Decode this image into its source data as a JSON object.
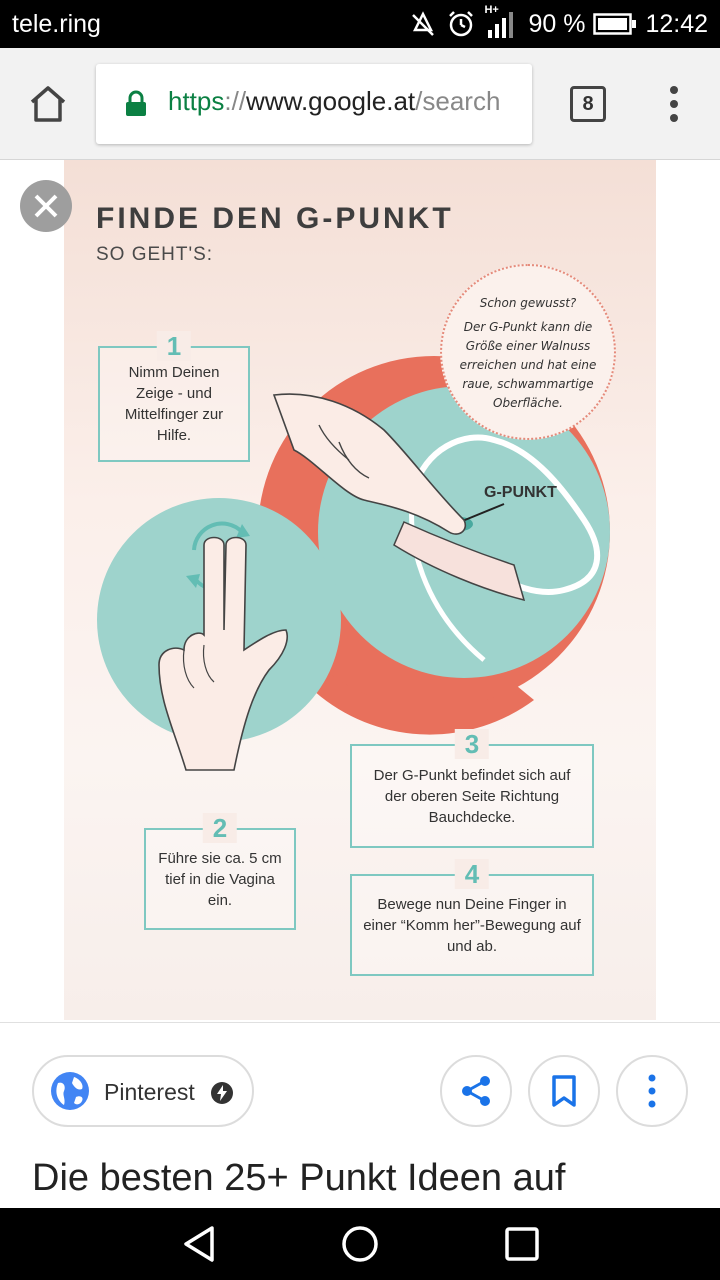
{
  "status_bar": {
    "carrier": "tele.ring",
    "network": "H+",
    "battery": "90 %",
    "time": "12:42"
  },
  "browser": {
    "url_scheme": "https",
    "url_separator": "://",
    "url_host": "www.google.at",
    "url_path": "/search",
    "tab_count": "8"
  },
  "infographic": {
    "title": "FINDE DEN G-PUNKT",
    "subtitle": "SO GEHT'S:",
    "steps": [
      {
        "number": "1",
        "text": "Nimm Deinen Zeige - und Mittelfinger zur Hilfe."
      },
      {
        "number": "2",
        "text": "Führe sie ca. 5 cm tief in die Vagina ein."
      },
      {
        "number": "3",
        "text": "Der G-Punkt befindet sich auf der oberen Seite Richtung Bauchdecke."
      },
      {
        "number": "4",
        "text": "Bewege nun Deine Finger in einer “Komm her”-Bewegung auf und ab."
      }
    ],
    "fact_title": "Schon gewusst?",
    "fact_text": "Der G-Punkt kann die Größe einer Walnuss erreichen und hat eine raue, schwammartige Oberfläche.",
    "diagram_label": "G-PUNKT",
    "colors": {
      "teal": "#9ed3cc",
      "coral": "#e8705c",
      "accent": "#63bdb4"
    }
  },
  "result": {
    "source": "Pinterest",
    "title": "Die besten 25+ Punkt Ideen auf"
  },
  "icons": [
    "mute-icon",
    "alarm-icon",
    "signal-icon",
    "battery-icon",
    "home-icon",
    "lock-icon",
    "menu-icon",
    "close-icon",
    "globe-icon",
    "amp-icon",
    "share-icon",
    "bookmark-icon",
    "more-icon",
    "back-icon",
    "home-nav-icon",
    "recents-icon"
  ]
}
